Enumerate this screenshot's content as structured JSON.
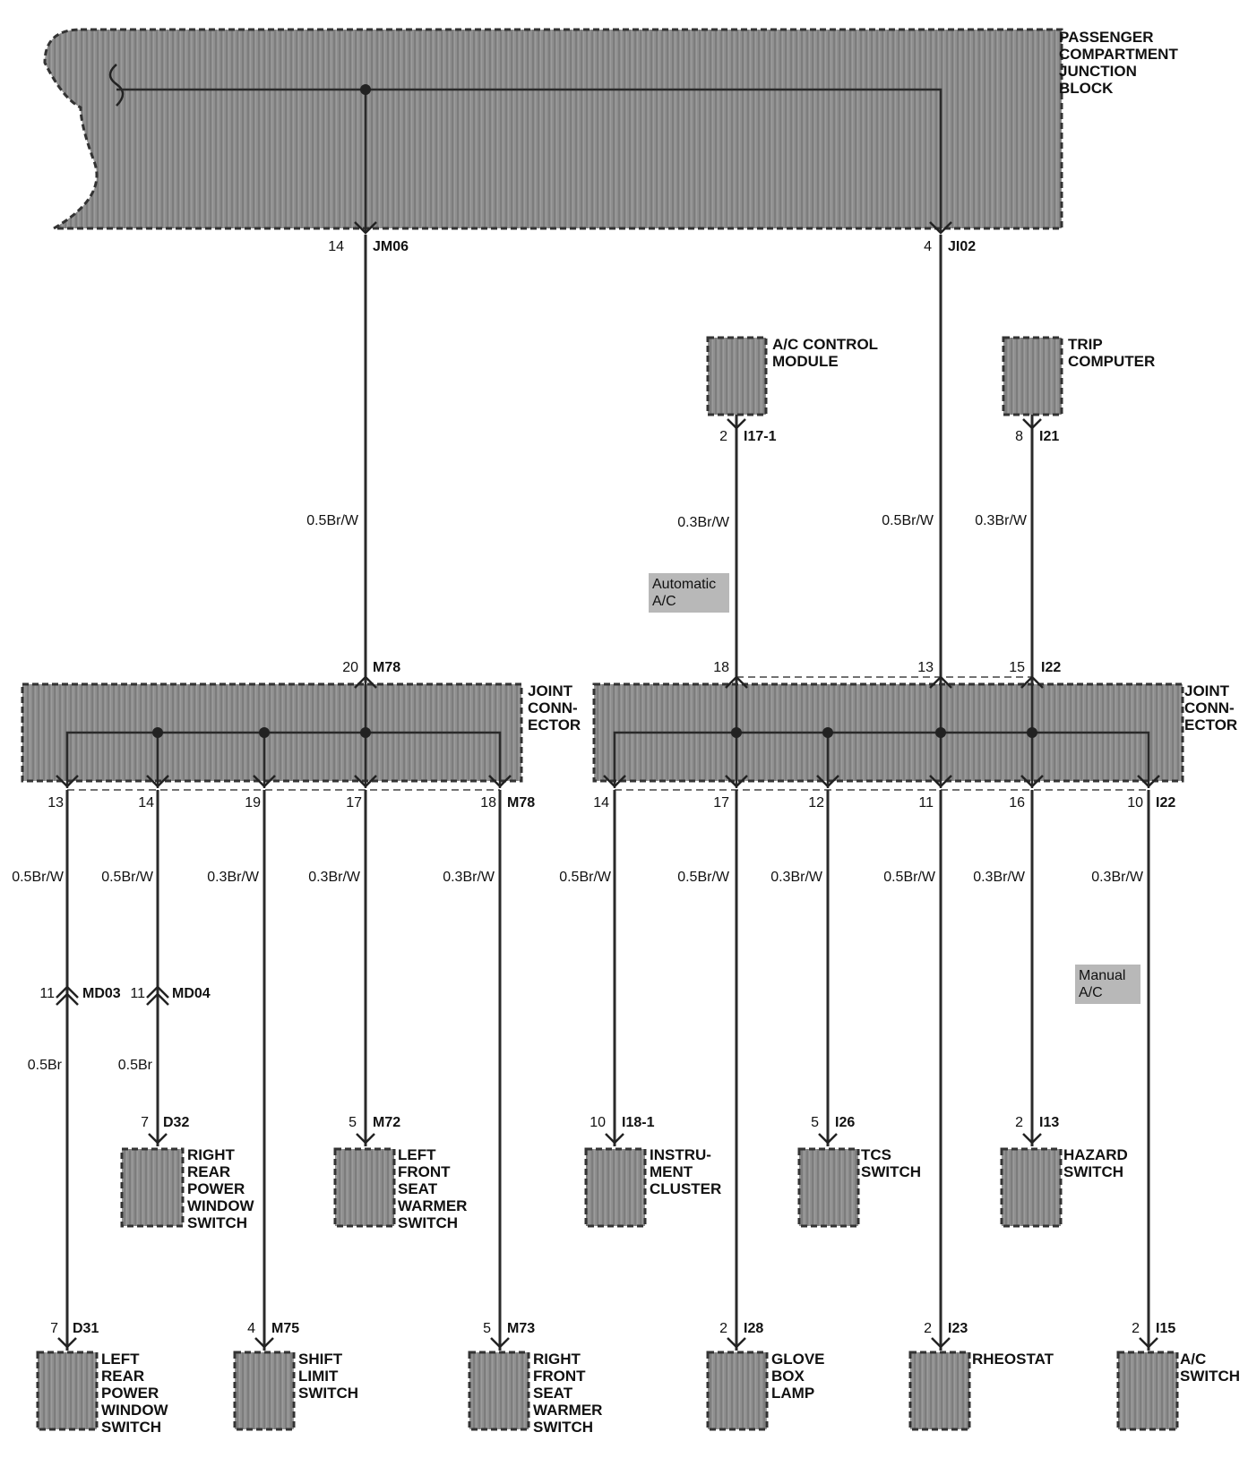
{
  "junction_block": {
    "title": [
      "PASSENGER",
      "COMPARTMENT",
      "JUNCTION",
      "BLOCK"
    ]
  },
  "top_connectors": [
    {
      "pin": "14",
      "connector": "JM06"
    },
    {
      "pin": "4",
      "connector": "JI02"
    }
  ],
  "modules_mid": [
    {
      "name": [
        "A/C CONTROL",
        "MODULE"
      ],
      "pin": "2",
      "connector": "I17-1"
    },
    {
      "name": [
        "TRIP",
        "COMPUTER"
      ],
      "pin": "8",
      "connector": "I21"
    }
  ],
  "wire_labels": {
    "jm06": "0.5Br/W",
    "ac_control": "0.3Br/W",
    "ji02": "0.5Br/W",
    "trip": "0.3Br/W"
  },
  "notes": {
    "automatic": [
      "Automatic",
      "A/C"
    ],
    "manual": [
      "Manual",
      "A/C"
    ]
  },
  "joint_left": {
    "title": [
      "JOINT",
      "CONN-",
      "ECTOR"
    ],
    "in_pin": "20",
    "in_connector": "M78",
    "out_pins": [
      "13",
      "14",
      "19",
      "17",
      "18"
    ],
    "out_connector": "M78"
  },
  "joint_right": {
    "title": [
      "JOINT",
      "CONN-",
      "ECTOR"
    ],
    "in_pins": [
      "18",
      "13",
      "15"
    ],
    "in_connector": "I22",
    "out_pins": [
      "14",
      "17",
      "12",
      "11",
      "16",
      "10"
    ],
    "out_connector": "I22"
  },
  "out_wires_left": [
    "0.5Br/W",
    "0.5Br/W",
    "0.3Br/W",
    "0.3Br/W",
    "0.3Br/W"
  ],
  "out_wires_right": [
    "0.5Br/W",
    "0.5Br/W",
    "0.3Br/W",
    "0.5Br/W",
    "0.3Br/W",
    "0.3Br/W"
  ],
  "inline_connectors": [
    {
      "pin": "11",
      "connector": "MD03"
    },
    {
      "pin": "11",
      "connector": "MD04"
    }
  ],
  "inline_wires": [
    "0.5Br",
    "0.5Br"
  ],
  "components_row1": [
    {
      "pin": "7",
      "connector": "D32",
      "name": [
        "RIGHT",
        "REAR",
        "POWER",
        "WINDOW",
        "SWITCH"
      ]
    },
    {
      "pin": "5",
      "connector": "M72",
      "name": [
        "LEFT",
        "FRONT",
        "SEAT",
        "WARMER",
        "SWITCH"
      ]
    },
    {
      "pin": "10",
      "connector": "I18-1",
      "name": [
        "INSTRU-",
        "MENT",
        "CLUSTER"
      ]
    },
    {
      "pin": "5",
      "connector": "I26",
      "name": [
        "TCS",
        "SWITCH"
      ]
    },
    {
      "pin": "2",
      "connector": "I13",
      "name": [
        "HAZARD",
        "SWITCH"
      ]
    }
  ],
  "components_row2": [
    {
      "pin": "7",
      "connector": "D31",
      "name": [
        "LEFT",
        "REAR",
        "POWER",
        "WINDOW",
        "SWITCH"
      ]
    },
    {
      "pin": "4",
      "connector": "M75",
      "name": [
        "SHIFT",
        "LIMIT",
        "SWITCH"
      ]
    },
    {
      "pin": "5",
      "connector": "M73",
      "name": [
        "RIGHT",
        "FRONT",
        "SEAT",
        "WARMER",
        "SWITCH"
      ]
    },
    {
      "pin": "2",
      "connector": "I28",
      "name": [
        "GLOVE",
        "BOX",
        "LAMP"
      ]
    },
    {
      "pin": "2",
      "connector": "I23",
      "name": [
        "RHEOSTAT"
      ]
    },
    {
      "pin": "2",
      "connector": "I15",
      "name": [
        "A/C",
        "SWITCH"
      ]
    }
  ]
}
